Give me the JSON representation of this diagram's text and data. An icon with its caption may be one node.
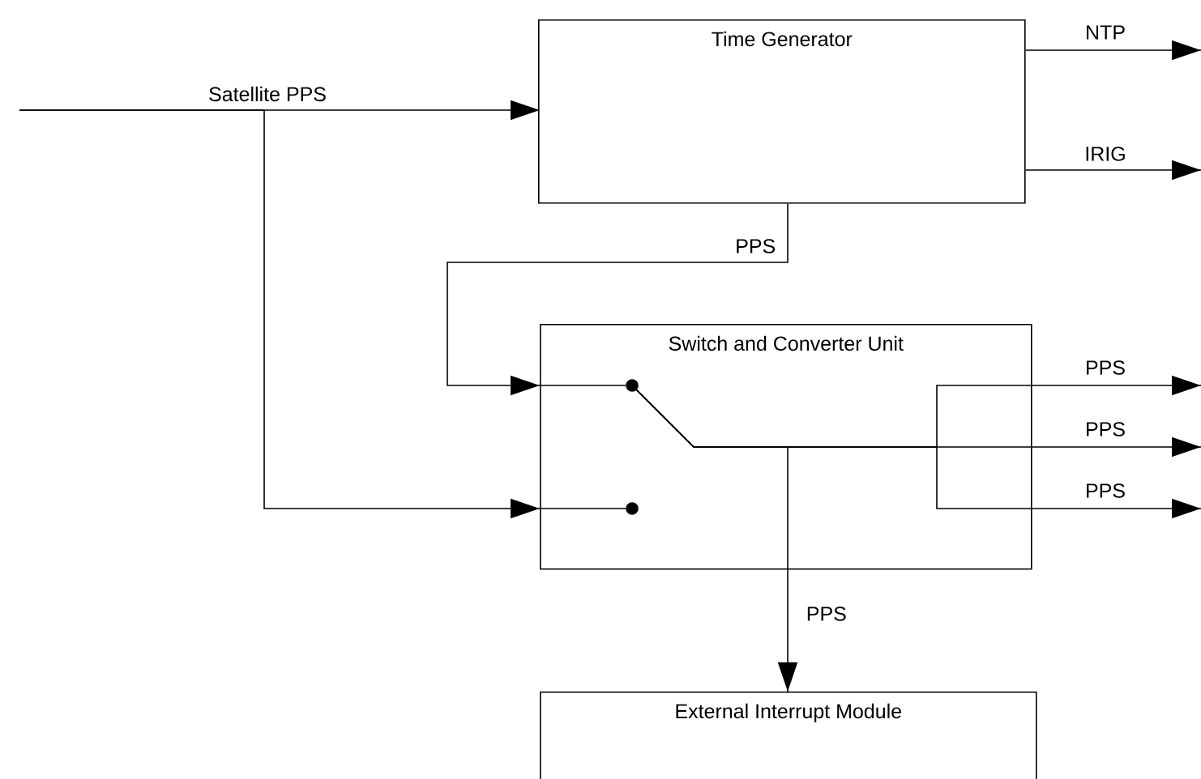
{
  "diagram": {
    "nodes": [
      {
        "text": [
          "Time Generator"
        ]
      },
      {
        "text": [
          "Switch and Converter Unit"
        ]
      },
      {
        "text": [
          "External Interrupt Module"
        ]
      },
      {
        "text": [],
        "shape": "circle",
        "in": 1
      },
      {
        "text": [],
        "shape": "circle",
        "in": 1
      }
    ],
    "edges": [
      {
        "from": null,
        "to": 0,
        "arrow": "to",
        "label": "Satellite PPS"
      },
      {
        "from": null,
        "to": 1,
        "arrow": "to"
      },
      {
        "from": 0,
        "to": 1,
        "arrow": "to",
        "label": "PPS"
      },
      {
        "from": 0,
        "to": null,
        "arrow": "to",
        "label": "NTP"
      },
      {
        "from": 0,
        "to": null,
        "arrow": "to",
        "label": "IRIG"
      },
      {
        "from": 3,
        "to": null,
        "arrow": "to",
        "label": "PPS"
      },
      {
        "from": 3,
        "to": null,
        "arrow": "to",
        "label": "PPS"
      },
      {
        "from": 3,
        "to": null,
        "arrow": "to",
        "label": "PPS"
      },
      {
        "from": 3,
        "to": 2,
        "arrow": "to",
        "label": "PPS"
      },
      {
        "from": 1,
        "to": 3,
        "arrow": "none"
      },
      {
        "from": 1,
        "to": 4,
        "arrow": "none"
      }
    ]
  }
}
